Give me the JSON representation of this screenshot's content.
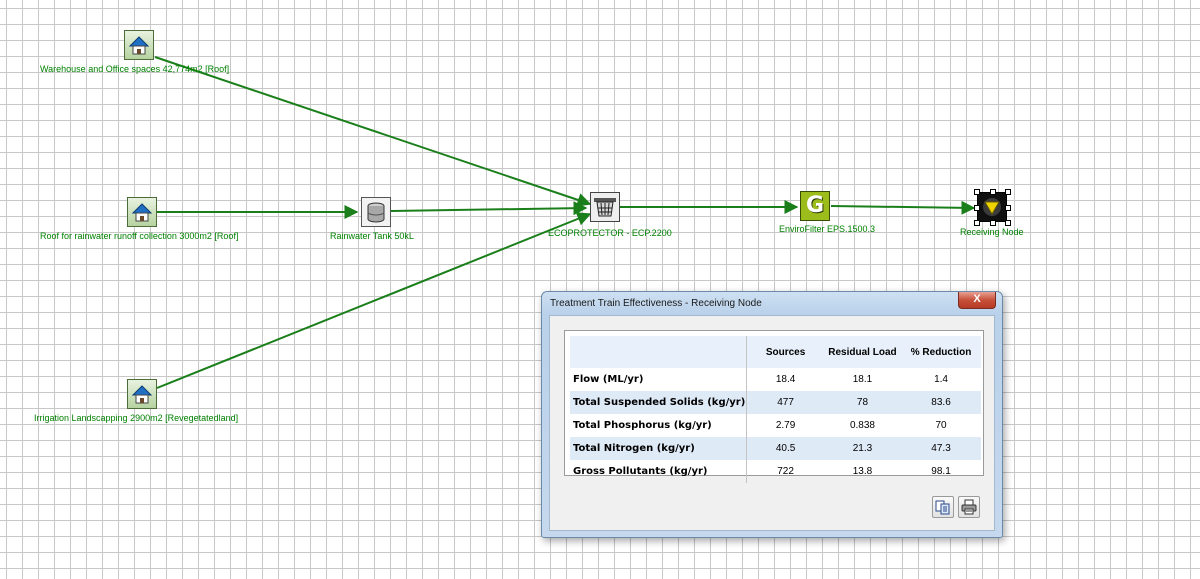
{
  "diagram": {
    "link_color": "#1a7f1a",
    "label_color": "#008000",
    "nodes": {
      "warehouse": {
        "label": "Warehouse and Office spaces 42,774m2 [Roof]",
        "icon": "house-icon"
      },
      "roof": {
        "label": "Roof for rainwater runoff collection 3000m2 [Roof]",
        "icon": "house-icon"
      },
      "irrigation": {
        "label": "Irrigation Landscapping 2900m2 [Revegetatedland]",
        "icon": "house-icon"
      },
      "tank": {
        "label": "Rainwater Tank 50kL",
        "icon": "tank-icon"
      },
      "ecoprotector": {
        "label": "ECOPROTECTOR - ECP.2200",
        "icon": "basket-filter-icon"
      },
      "envirofilter": {
        "label": "EnviroFilter EPS.1500.3",
        "icon": "filter-g-icon",
        "glyph": "G"
      },
      "receiving": {
        "label": "Receiving Node",
        "icon": "receiving-node-icon"
      }
    }
  },
  "dialog": {
    "title": "Treatment Train Effectiveness - Receiving Node",
    "close_label": "X",
    "table": {
      "columns": [
        "Sources",
        "Residual Load",
        "% Reduction"
      ],
      "rows": [
        {
          "label": "Flow (ML/yr)",
          "values": [
            "18.4",
            "18.1",
            "1.4"
          ]
        },
        {
          "label": "Total Suspended Solids (kg/yr)",
          "values": [
            "477",
            "78",
            "83.6"
          ]
        },
        {
          "label": "Total Phosphorus (kg/yr)",
          "values": [
            "2.79",
            "0.838",
            "70"
          ]
        },
        {
          "label": "Total Nitrogen (kg/yr)",
          "values": [
            "40.5",
            "21.3",
            "47.3"
          ]
        },
        {
          "label": "Gross Pollutants (kg/yr)",
          "values": [
            "722",
            "13.8",
            "98.1"
          ]
        }
      ]
    },
    "buttons": {
      "copy": {
        "icon": "copy-icon"
      },
      "print": {
        "icon": "printer-icon"
      }
    }
  }
}
